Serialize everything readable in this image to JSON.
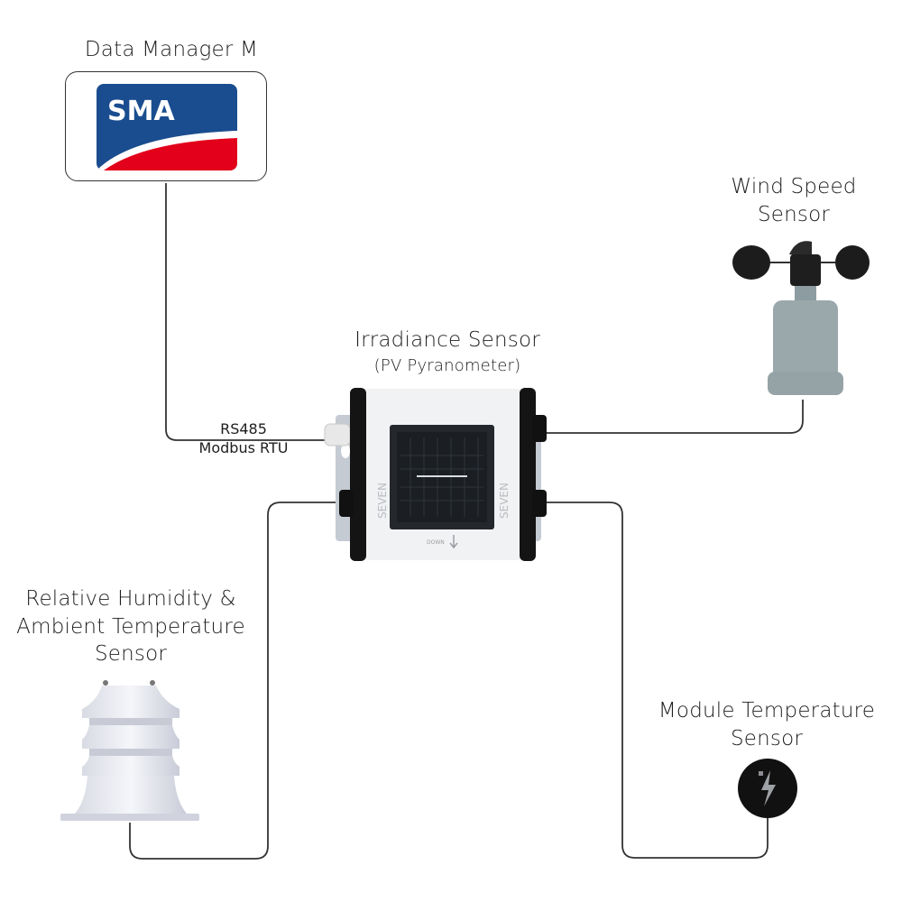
{
  "diagram": {
    "nodes": {
      "data_manager": {
        "title": "Data Manager M",
        "logo_text": "SMA",
        "logo_colors": {
          "blue": "#1a4d8f",
          "red": "#e2001a"
        }
      },
      "irradiance": {
        "title": "Irradiance Sensor",
        "subtitle": "(PV Pyranometer)",
        "brand": "SEVEN",
        "panel_marking": "DOWN"
      },
      "wind_speed": {
        "title_line1": "Wind Speed",
        "title_line2": "Sensor"
      },
      "humidity": {
        "title_line1": "Relative Humidity &",
        "title_line2": "Ambient Temperature",
        "title_line3": "Sensor"
      },
      "module_temp": {
        "title_line1": "Module Temperature",
        "title_line2": "Sensor"
      }
    },
    "connections": [
      {
        "from": "Data Manager M",
        "to": "Irradiance Sensor",
        "label_line1": "RS485",
        "label_line2": "Modbus RTU"
      },
      {
        "from": "Irradiance Sensor",
        "to": "Wind Speed Sensor"
      },
      {
        "from": "Irradiance Sensor",
        "to": "Relative Humidity & Ambient Temperature Sensor"
      },
      {
        "from": "Irradiance Sensor",
        "to": "Module Temperature Sensor"
      }
    ]
  }
}
